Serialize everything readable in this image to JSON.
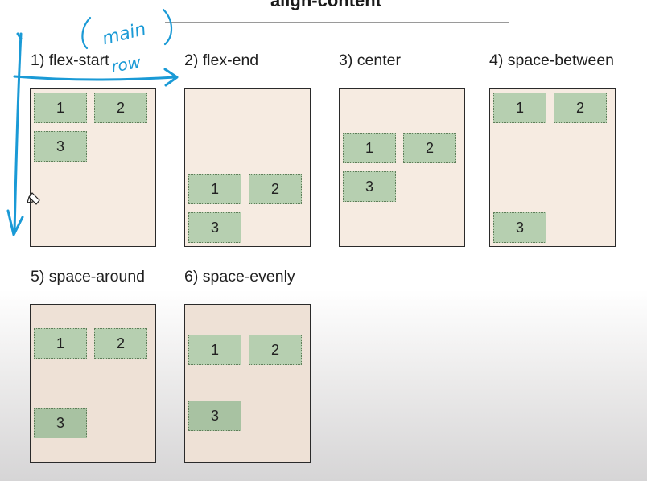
{
  "title": "align-content",
  "panels": [
    {
      "label": "1) flex-start",
      "items": [
        "1",
        "2",
        "3"
      ]
    },
    {
      "label": "2) flex-end",
      "items": [
        "1",
        "2",
        "3"
      ]
    },
    {
      "label": "3) center",
      "items": [
        "1",
        "2",
        "3"
      ]
    },
    {
      "label": "4) space-between",
      "items": [
        "1",
        "2",
        "3"
      ]
    },
    {
      "label": "5) space-around",
      "items": [
        "1",
        "2",
        "3"
      ]
    },
    {
      "label": "6) space-evenly",
      "items": [
        "1",
        "2",
        "3"
      ]
    }
  ],
  "annotation": {
    "text_1": "main",
    "text_2": "row",
    "ink_color": "#1a9ad6"
  }
}
